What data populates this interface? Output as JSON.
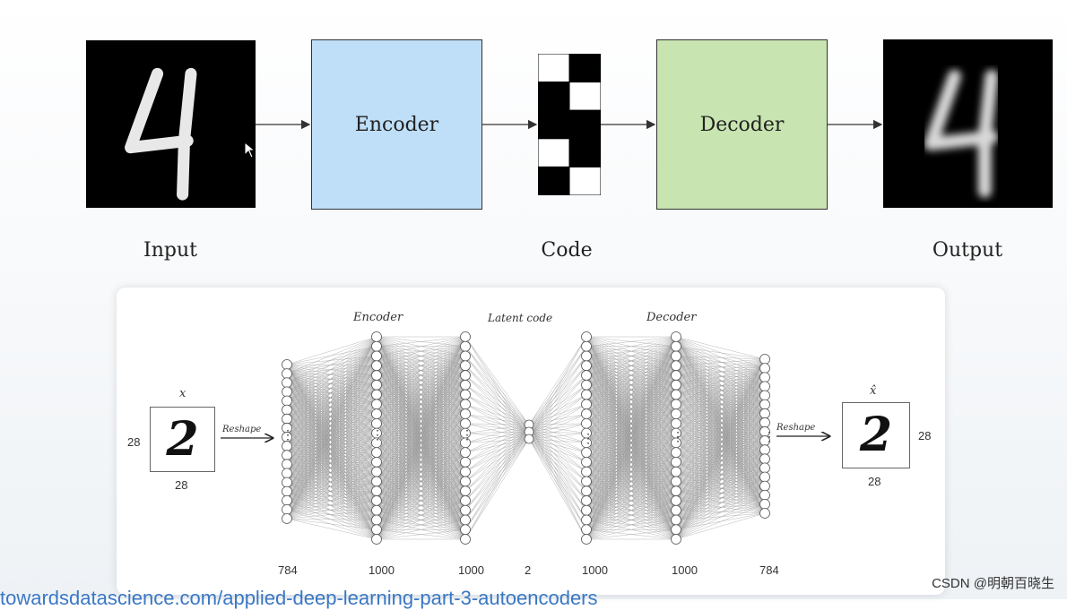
{
  "top_diagram": {
    "input_label": "Input",
    "encoder_label": "Encoder",
    "code_label": "Code",
    "decoder_label": "Decoder",
    "output_label": "Output",
    "encoder_color": "#bfdff8",
    "decoder_color": "#c8e4b0",
    "code_pattern": [
      [
        0,
        1
      ],
      [
        1,
        0
      ],
      [
        1,
        1
      ],
      [
        0,
        1
      ],
      [
        1,
        0
      ]
    ]
  },
  "network_diagram": {
    "encoder_label": "Encoder",
    "latent_label": "Latent code",
    "decoder_label": "Decoder",
    "input_symbol": "x",
    "output_symbol": "x̂",
    "reshape_label": "Reshape",
    "input_height": "28",
    "input_width": "28",
    "output_height": "28",
    "output_width": "28",
    "input_digit": "2",
    "output_digit": "2",
    "dots": "⋮",
    "layer_sizes": [
      "784",
      "1000",
      "1000",
      "2",
      "1000",
      "1000",
      "784"
    ]
  },
  "footer": {
    "url": "towardsdatascience.com/applied-deep-learning-part-3-autoencoders",
    "watermark": "CSDN @明朝百晓生"
  },
  "icons": [
    "cursor-icon",
    "arrow-icon"
  ]
}
